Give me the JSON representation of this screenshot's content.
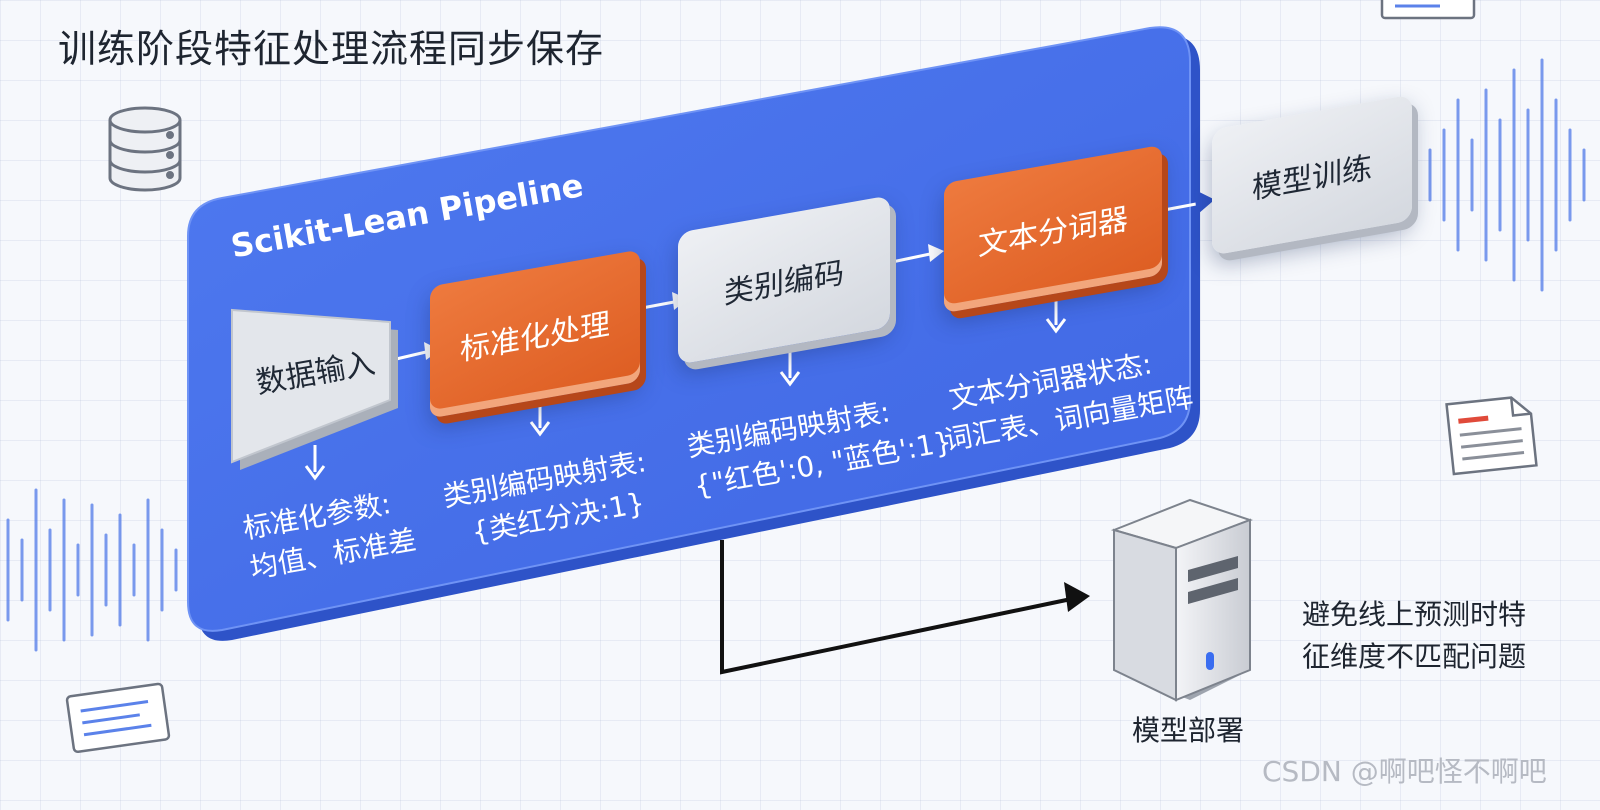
{
  "title": "训练阶段特征处理流程同步保存",
  "pipeline_label": "Scikit-Lean Pipeline",
  "steps": [
    {
      "label": "数据输入",
      "note_lines": [
        "标准化参数:",
        "均值、标准差"
      ]
    },
    {
      "label": "标准化处理",
      "note_lines": [
        "类别编码映射表:",
        "{类红分决:1}"
      ]
    },
    {
      "label": "类别编码",
      "note_lines": [
        "类别编码映射表:",
        "{\"红色':0, \"蓝色':1}"
      ]
    },
    {
      "label": "文本分词器",
      "note_lines": [
        "文本分词器状态:",
        "词汇表、词向量矩阵"
      ]
    }
  ],
  "train_label": "模型训练",
  "deploy_label": "模型部署",
  "side_note_lines": [
    "避免线上预测时特",
    "征维度不匹配问题"
  ],
  "watermark": "CSDN @啊吧怪不啊吧",
  "icons": [
    "database-icon",
    "document-icon",
    "text-card-icon",
    "server-icon",
    "audio-wave-icon"
  ],
  "colors": {
    "panel": "#4a72ec",
    "orange": "#e4692d",
    "gray_box": "#dcdfe5",
    "text_dark": "#1e2530"
  }
}
